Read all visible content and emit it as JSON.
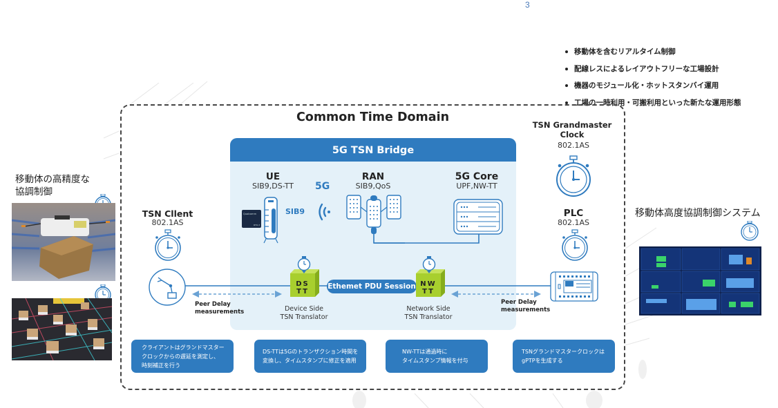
{
  "page_number": "3",
  "bullets": [
    "移動体を含むリアルタイム制御",
    "配線レスによるレイアウトフリーな工場設計",
    "機器のモジュール化・ホットスタンバイ運用",
    "工場の一時利用・可搬利用といった新たな運用形態"
  ],
  "domain": {
    "title": "Common Time Domain"
  },
  "bridge": {
    "title": "5G TSN Bridge",
    "ue": {
      "title": "UE",
      "sub": "SIB9,DS-TT",
      "chip_brand": "Qualcomm",
      "chip_model": "RTD-3"
    },
    "radio": {
      "label": "5G",
      "sib_label": "SIB9"
    },
    "ran": {
      "title": "RAN",
      "sub": "SIB9,QoS"
    },
    "core": {
      "title": "5G Core",
      "sub": "UPF,NW-TT"
    },
    "pdu_session": "Ethemet PDU Session",
    "ds_tt": {
      "line1": "DS",
      "line2": "TT",
      "caption1": "Device Side",
      "caption2": "TSN Translator"
    },
    "nw_tt": {
      "line1": "NW",
      "line2": "TT",
      "caption1": "Network Side",
      "caption2": "TSN Translator"
    }
  },
  "tsn_client": {
    "title": "TSN Cllent",
    "sub": "802.1AS"
  },
  "grandmaster": {
    "title1": "TSN Grandmaster",
    "title2": "Clock",
    "sub": "802.1AS"
  },
  "plc": {
    "title": "PLC",
    "sub": "802.1AS"
  },
  "peer_delay_left": {
    "line1": "Peer Delay",
    "line2": "measurements"
  },
  "peer_delay_right": {
    "line1": "Peer Delay",
    "line2": "measurements"
  },
  "notes": [
    {
      "lines": [
        "クライアントはグランドマスター",
        "クロックからの遅延を測定し、",
        "時刻補正を行う"
      ]
    },
    {
      "lines": [
        "DS-TTは5Gのトランザクション時間を",
        "変換し、タイムスタンプに修正を適用"
      ]
    },
    {
      "lines": [
        "NW-TTは通過時に",
        "タイムスタンプ情報を付与"
      ]
    },
    {
      "lines": [
        "TSNグランドマスタークロックは",
        "gPTPを生成する"
      ]
    }
  ],
  "left_panel": {
    "label_line1": "移動体の高精度な",
    "label_line2": "協調制御"
  },
  "right_panel": {
    "label": "移動体高度協調制御システム"
  },
  "colors": {
    "primary_blue": "#2f7bbf",
    "bridge_bg": "#e4f1f9",
    "tt_green": "#a8cf2e"
  }
}
